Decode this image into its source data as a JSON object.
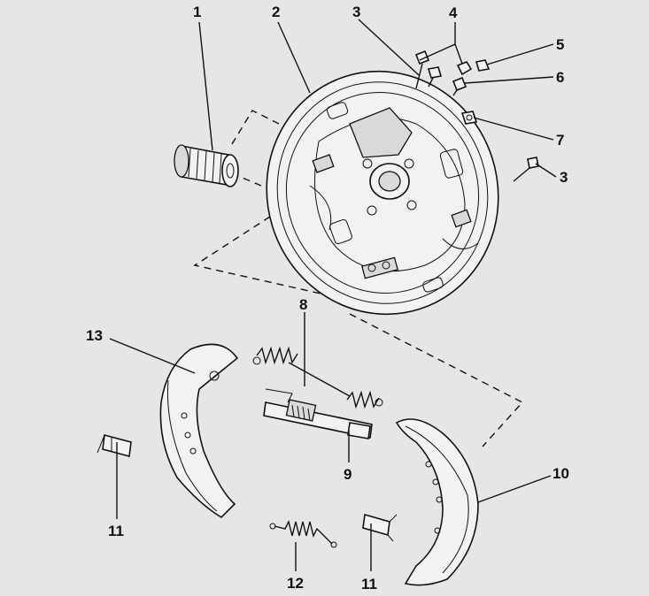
{
  "callouts": [
    "1",
    "2",
    "3",
    "4",
    "5",
    "6",
    "7",
    "3",
    "8",
    "9",
    "10",
    "11",
    "11",
    "12",
    "13"
  ]
}
